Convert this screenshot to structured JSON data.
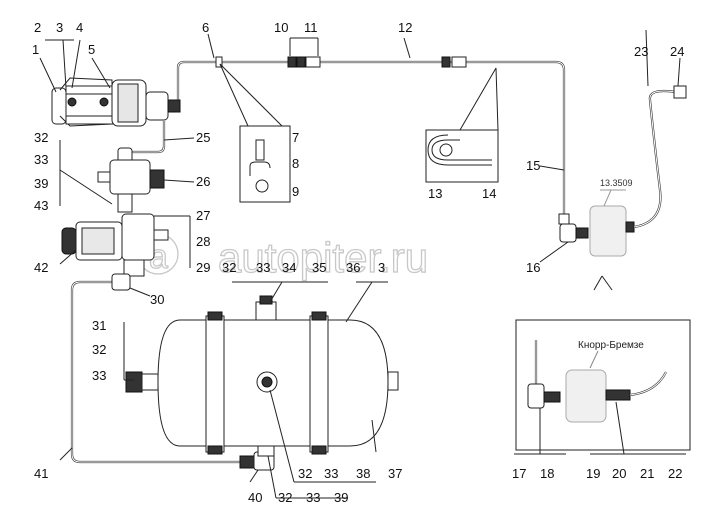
{
  "watermark": "autopiter.ru",
  "brand_note": "Кнорр-Бремзе",
  "part_code": "13.3509",
  "callouts": {
    "c1": "1",
    "c2": "2",
    "c3": "3",
    "c4": "4",
    "c5": "5",
    "c6": "6",
    "c7": "7",
    "c8": "8",
    "c9": "9",
    "c10": "10",
    "c11": "11",
    "c12": "12",
    "c13": "13",
    "c14": "14",
    "c15": "15",
    "c16": "16",
    "c17": "17",
    "c18": "18",
    "c19": "19",
    "c20": "20",
    "c21": "21",
    "c22": "22",
    "c23": "23",
    "c24": "24",
    "c25": "25",
    "c26": "26",
    "c27": "27",
    "c28": "28",
    "c29": "29",
    "c30": "30",
    "c31": "31",
    "c32": "32",
    "c33": "33",
    "c34": "34",
    "c35": "35",
    "c36": "36",
    "c37": "37",
    "c38": "38",
    "c39": "39",
    "c40": "40",
    "c41": "41",
    "c42": "42",
    "c43": "43"
  }
}
